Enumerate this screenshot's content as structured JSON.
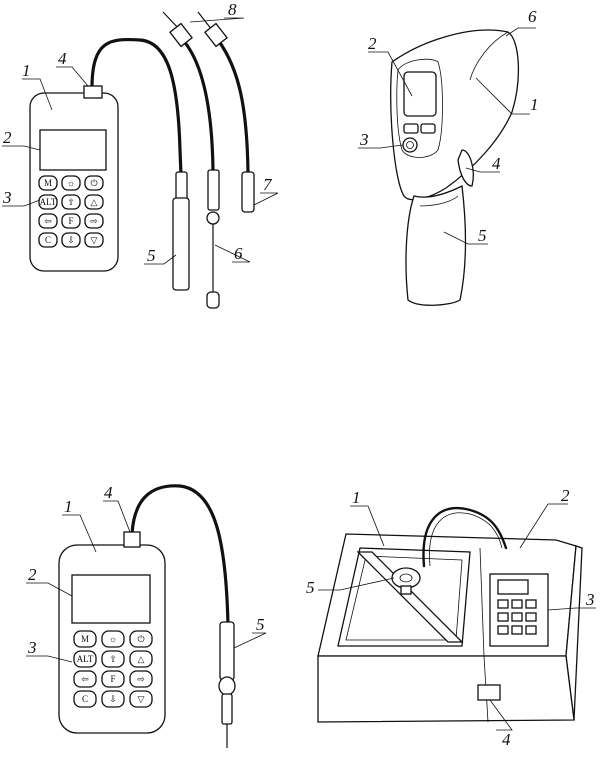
{
  "figure1": {
    "callouts": [
      "1",
      "2",
      "3",
      "4",
      "5",
      "6",
      "7",
      "8"
    ],
    "keys": [
      [
        "M",
        "sun-icon",
        "power-icon"
      ],
      [
        "ALT",
        "arrow-up-icon",
        "triangle-up-icon"
      ],
      [
        "arrow-left-icon",
        "F",
        "arrow-right-icon"
      ],
      [
        "C",
        "arrow-down-icon",
        "triangle-down-icon"
      ]
    ]
  },
  "figure2": {
    "callouts": [
      "1",
      "2",
      "3",
      "4",
      "5",
      "6"
    ]
  },
  "figure3": {
    "callouts": [
      "1",
      "2",
      "3",
      "4",
      "5"
    ],
    "keys": [
      [
        "M",
        "sun-icon",
        "power-icon"
      ],
      [
        "ALT",
        "arrow-up-icon",
        "triangle-up-icon"
      ],
      [
        "arrow-left-icon",
        "F",
        "arrow-right-icon"
      ],
      [
        "C",
        "arrow-down-icon",
        "triangle-down-icon"
      ]
    ]
  },
  "figure4": {
    "callouts": [
      "1",
      "2",
      "3",
      "4",
      "5"
    ]
  }
}
